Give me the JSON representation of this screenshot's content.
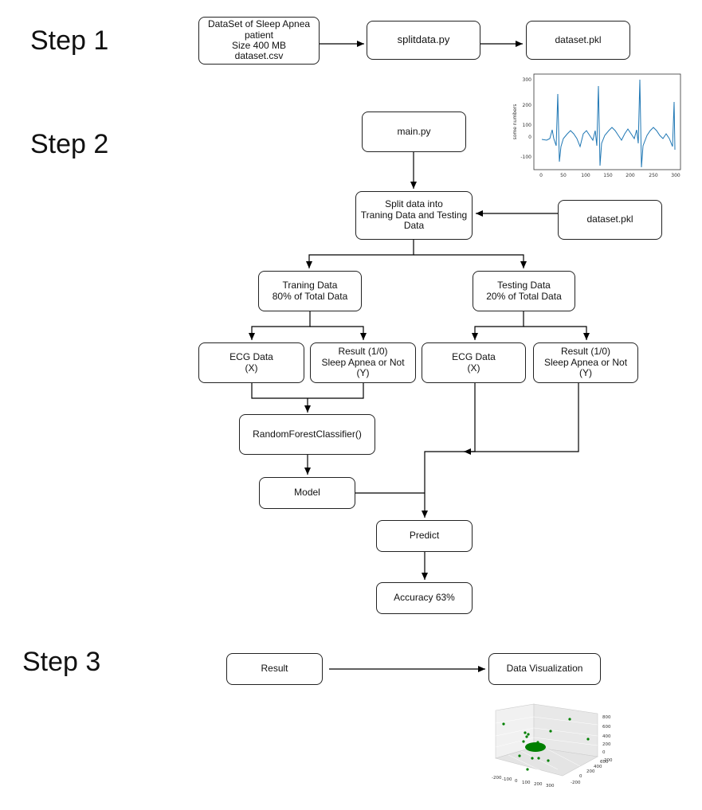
{
  "steps": {
    "step1": "Step 1",
    "step2": "Step 2",
    "step3": "Step 3"
  },
  "boxes": {
    "dataset_csv": "DataSet of Sleep Apnea\npatient\nSize 400 MB\ndataset.csv",
    "splitdata": "splitdata.py",
    "dataset_pkl_1": "dataset.pkl",
    "main_py": "main.py",
    "split": "Split data into\nTraning Data and Testing\nData",
    "dataset_pkl_2": "dataset.pkl",
    "training": "Traning Data\n80% of Total Data",
    "testing": "Testing Data\n20% of Total Data",
    "ecg_train": "ECG Data\n(X)",
    "result_train": "Result (1/0)\nSleep Apnea or Not\n(Y)",
    "ecg_test": "ECG Data\n(X)",
    "result_test": "Result (1/0)\nSleep Apnea or Not\n(Y)",
    "rfc": "RandomForestClassifier()",
    "model": "Model",
    "predict": "Predict",
    "accuracy": "Accuracy 63%",
    "result": "Result",
    "data_viz": "Data Visualization"
  },
  "ecg_plot": {
    "ylabel": "some numbers",
    "x_ticks": [
      "0",
      "50",
      "100",
      "150",
      "200",
      "250",
      "300"
    ],
    "y_ticks": [
      "300",
      "200",
      "100",
      "0",
      "-100"
    ],
    "line_color": "#1f77b4"
  },
  "scatter3d": {
    "x_ticks": [
      "-200",
      "-100",
      "0",
      "100",
      "200",
      "300"
    ],
    "y_ticks": [
      "-200",
      "0",
      "200",
      "400",
      "600"
    ],
    "z_ticks": [
      "800",
      "600",
      "400",
      "200",
      "0",
      "-200"
    ],
    "point_color": "#008000"
  }
}
